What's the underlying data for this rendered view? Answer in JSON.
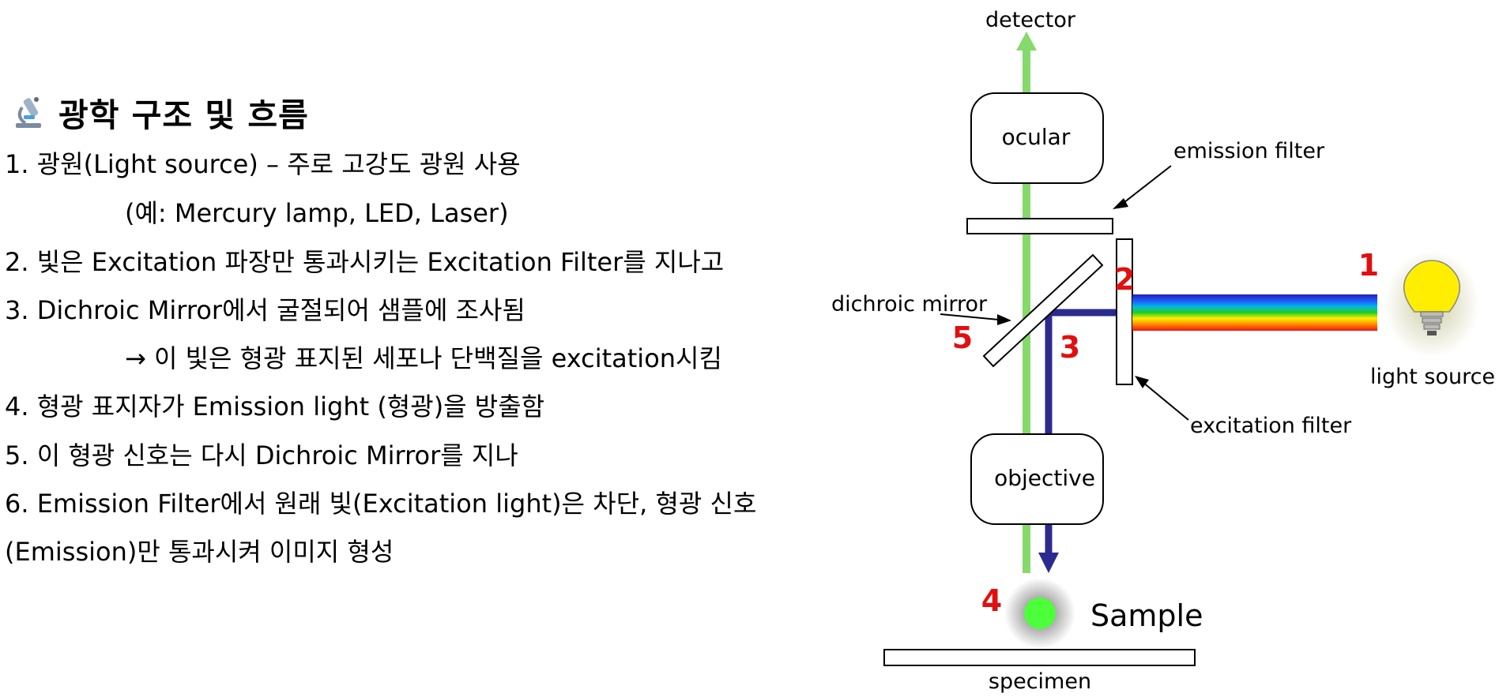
{
  "heading": {
    "icon": "microscope-icon",
    "title": "광학 구조 및 흐름"
  },
  "steps": [
    "1. 광원(Light source) – 주로 고강도 광원 사용",
    "(예: Mercury lamp, LED, Laser)",
    "2. 빛은 Excitation 파장만 통과시키는 Excitation Filter를 지나고",
    "3. Dichroic Mirror에서 굴절되어 샘플에 조사됨",
    "→ 이 빛은 형광 표지된 세포나 단백질을 excitation시킴",
    "4. 형광 표지자가 Emission light (형광)을 방출함",
    "5. 이 형광 신호는 다시 Dichroic Mirror를 지나",
    "6. Emission Filter에서 원래 빛(Excitation light)은 차단, 형광 신호",
    "(Emission)만 통과시켜 이미지 형성"
  ],
  "diagram": {
    "labels": {
      "detector": "detector",
      "ocular": "ocular",
      "emission_filter": "emission filter",
      "dichroic_mirror": "dichroic mirror",
      "excitation_filter": "excitation filter",
      "light_source": "light source",
      "objective": "objective",
      "sample": "Sample",
      "specimen": "specimen"
    },
    "markers": [
      "1",
      "2",
      "3",
      "4",
      "5"
    ],
    "colors": {
      "emission_beam": "#86d96b",
      "excitation_beam": "#2b2b8f",
      "marker": "#e01010",
      "sample_glow": "#4dff3a",
      "bulb": "#ffee00"
    }
  }
}
